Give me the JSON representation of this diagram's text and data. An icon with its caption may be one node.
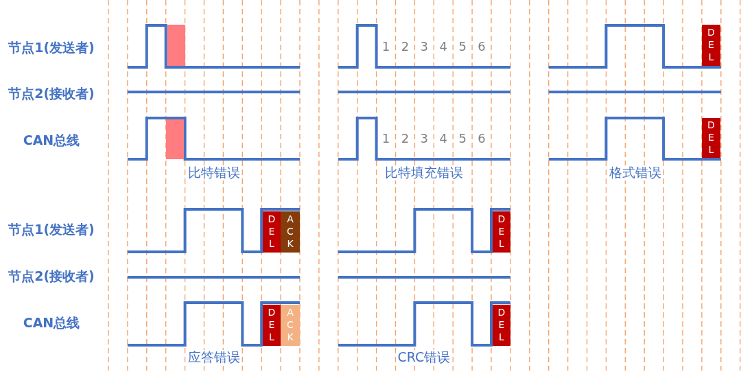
{
  "diagram": {
    "nodes": [
      {
        "text": [],
        "shape": "box"
      },
      {
        "text": [
          "DEL"
        ]
      },
      {
        "text": [],
        "shape": "box"
      },
      {
        "text": [
          "DEL"
        ]
      },
      {
        "text": [
          "DEL"
        ]
      },
      {
        "text": [
          "ACK"
        ]
      },
      {
        "text": [
          "DEL"
        ]
      },
      {
        "text": [
          "DEL"
        ]
      },
      {
        "text": [
          "ACK"
        ]
      },
      {
        "text": [
          "DEL"
        ]
      }
    ],
    "labels": [
      "节点1(发送者)",
      "1",
      "2",
      "3",
      "4",
      "5",
      "6",
      "节点2(接收者)",
      "CAN总线",
      "1",
      "2",
      "3",
      "4",
      "5",
      "6",
      "比特错误",
      "比特填充错误",
      "格式错误",
      "节点1(发送者)",
      "节点2(接收者)",
      "CAN总线",
      "应答错误",
      "CRC错误"
    ]
  }
}
